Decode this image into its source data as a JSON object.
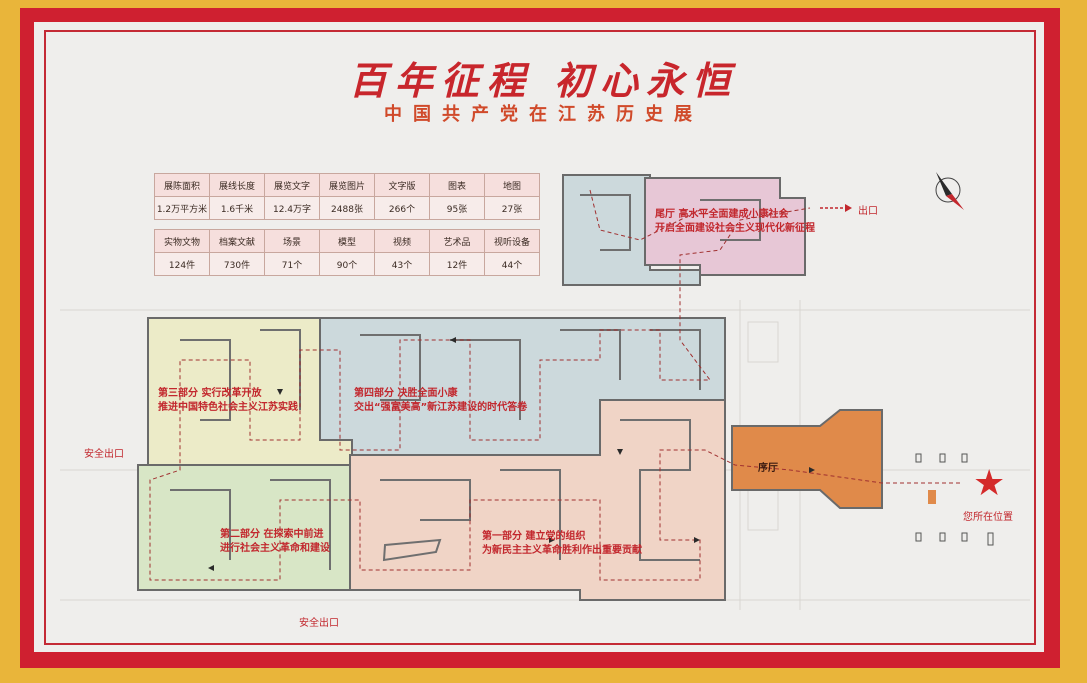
{
  "header": {
    "title": "百年征程 初心永恒",
    "subtitle": "中国共产党在江苏历史展"
  },
  "stats_table_1": {
    "headers": [
      "展陈面积",
      "展线长度",
      "展览文字",
      "展览图片",
      "文字版",
      "图表",
      "地图"
    ],
    "values": [
      "1.2万平方米",
      "1.6千米",
      "12.4万字",
      "2488张",
      "266个",
      "95张",
      "27张"
    ]
  },
  "stats_table_2": {
    "headers": [
      "实物文物",
      "档案文献",
      "场景",
      "模型",
      "视频",
      "艺术品",
      "视听设备"
    ],
    "values": [
      "124件",
      "730件",
      "71个",
      "90个",
      "43个",
      "12件",
      "44个"
    ]
  },
  "sections": {
    "tail": [
      "尾厅 高水平全面建成小康社会",
      "开启全面建设社会主义现代化新征程"
    ],
    "part3": [
      "第三部分 实行改革开放",
      "推进中国特色社会主义江苏实践"
    ],
    "part4": [
      "第四部分 决胜全面小康",
      "交出“强富美高”新江苏建设的时代答卷"
    ],
    "part2": [
      "第二部分 在探索中前进",
      "进行社会主义革命和建设"
    ],
    "part1": [
      "第一部分 建立党的组织",
      "为新民主主义革命胜利作出重要贡献"
    ],
    "foyer": "序厅"
  },
  "markers": {
    "exit": "出口",
    "safety_exit": "安全出口",
    "you_are_here": "您所在位置"
  },
  "colors": {
    "frame_red": "#cf2030",
    "background_yellow": "#e9b53a",
    "zone_pink": "#e7c7d6",
    "zone_blue": "#ccd9dc",
    "zone_yellow": "#ecebc8",
    "zone_green": "#d8e6c6",
    "zone_salmon": "#f0d4c6",
    "zone_orange": "#e08a4a"
  }
}
